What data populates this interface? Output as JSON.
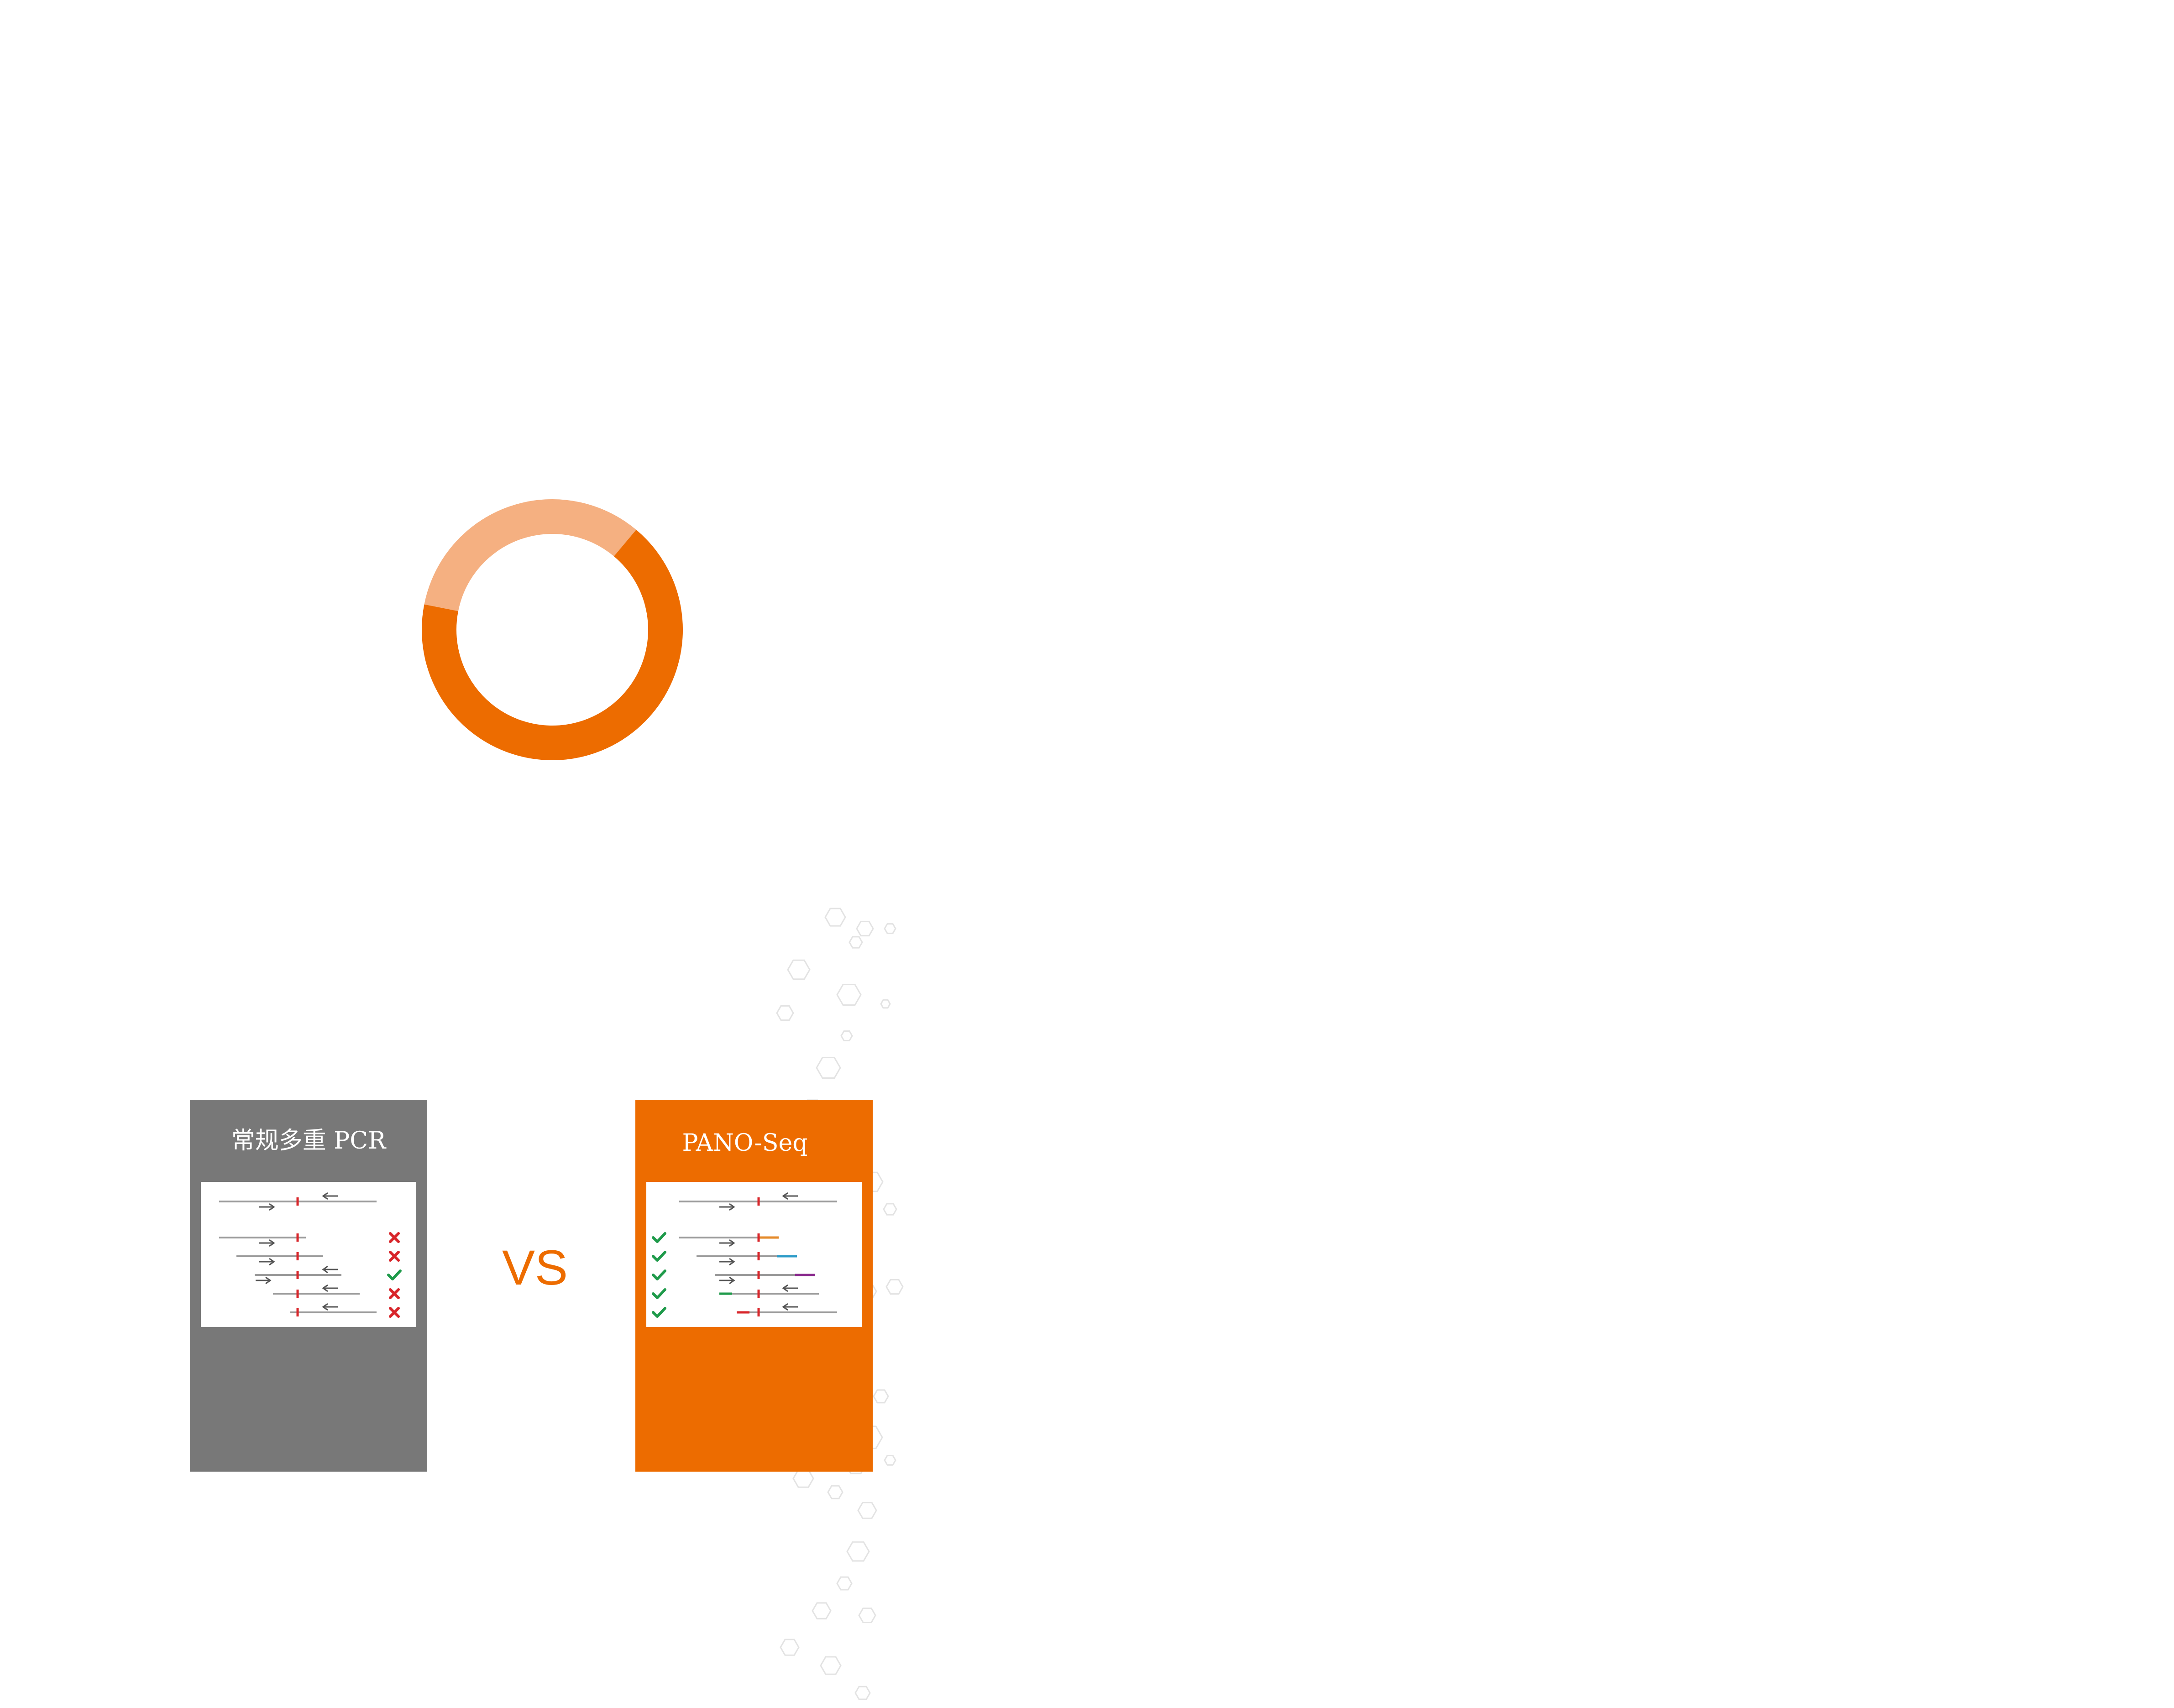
{
  "colors": {
    "brand_orange": "#ED6C00",
    "light_orange": "#F5B081",
    "card_gray": "#787878",
    "line_gray": "#9a9a9a",
    "arrow_gray": "#555555",
    "mark_red": "#D8252A",
    "check_green": "#1E9A4A"
  },
  "donut": {
    "type": "pie",
    "segments": [
      {
        "value": 0.67,
        "color": "#ED6C00"
      },
      {
        "value": 0.33,
        "color": "#F5B081"
      }
    ]
  },
  "comparison": {
    "left": {
      "title": "常规多重 PCR",
      "background": "#787878",
      "rows": [
        {
          "status": "reference",
          "icon": "none"
        },
        {
          "status": "failed",
          "icon": "cross-icon"
        },
        {
          "status": "failed",
          "icon": "cross-icon"
        },
        {
          "status": "passed",
          "icon": "check-icon"
        },
        {
          "status": "failed",
          "icon": "cross-icon"
        },
        {
          "status": "failed",
          "icon": "cross-icon"
        }
      ]
    },
    "separator": "VS",
    "right": {
      "title": "PANO-Seq",
      "background": "#ED6C00",
      "rows": [
        {
          "status": "reference",
          "icon": "none"
        },
        {
          "status": "passed",
          "icon": "check-icon",
          "tag_color": "#E48A2A"
        },
        {
          "status": "passed",
          "icon": "check-icon",
          "tag_color": "#2C9BC8"
        },
        {
          "status": "passed",
          "icon": "check-icon",
          "tag_color": "#8B2C8E"
        },
        {
          "status": "passed",
          "icon": "check-icon",
          "tag_color": "#1E9A4A"
        },
        {
          "status": "passed",
          "icon": "check-icon",
          "tag_color": "#D8252A"
        }
      ]
    }
  }
}
